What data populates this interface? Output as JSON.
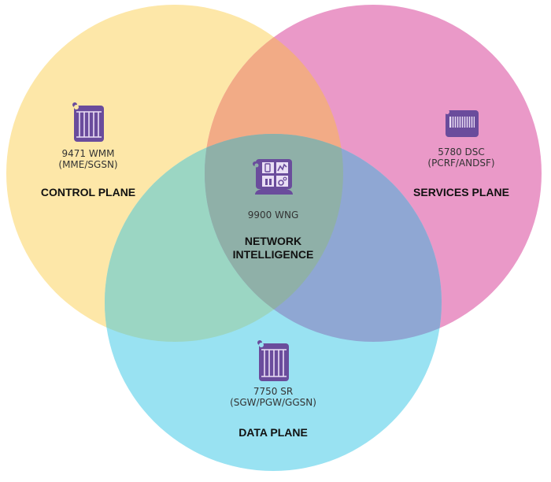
{
  "title": "Network planes Venn diagram",
  "colors": {
    "control": "#fde7a8",
    "services": "#ea99c8",
    "data": "#99e2f2",
    "icon": "#6a4c9c"
  },
  "planes": {
    "control": {
      "label": "CONTROL PLANE",
      "product": "9471 WMM",
      "functions": "(MME/SGSN)",
      "icon": "server-rack-icon"
    },
    "services": {
      "label": "SERVICES PLANE",
      "product": "5780 DSC",
      "functions": "(PCRF/ANDSF)",
      "icon": "server-chassis-icon"
    },
    "data": {
      "label": "DATA PLANE",
      "product": "7750 SR",
      "functions": "(SGW/PGW/GGSN)",
      "icon": "server-rack-icon"
    },
    "center": {
      "label_line1": "NETWORK",
      "label_line2": "INTELLIGENCE",
      "product": "9900 WNG",
      "icon": "analytics-monitor-icon"
    }
  }
}
